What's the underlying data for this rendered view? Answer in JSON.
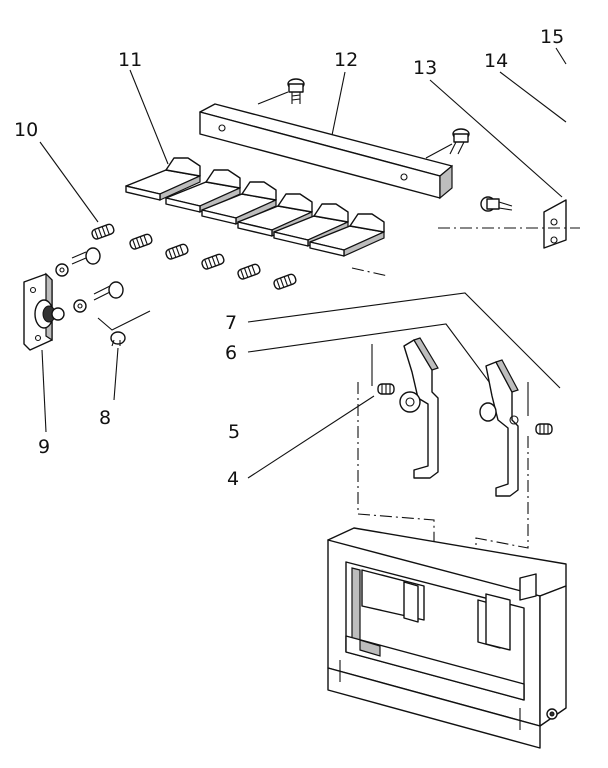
{
  "callouts": {
    "c4": "4",
    "c5": "5",
    "c6": "6",
    "c7": "7",
    "c8": "8",
    "c9": "9",
    "c10": "10",
    "c11": "11",
    "c12": "12",
    "c13": "13",
    "c14": "14",
    "c15": "15"
  },
  "colors": {
    "ink": "#111111",
    "shade": "#bdbdbd",
    "background": "#ffffff"
  },
  "icons": [
    "screw",
    "spring",
    "washer",
    "bracket",
    "latch-lever",
    "frame"
  ]
}
